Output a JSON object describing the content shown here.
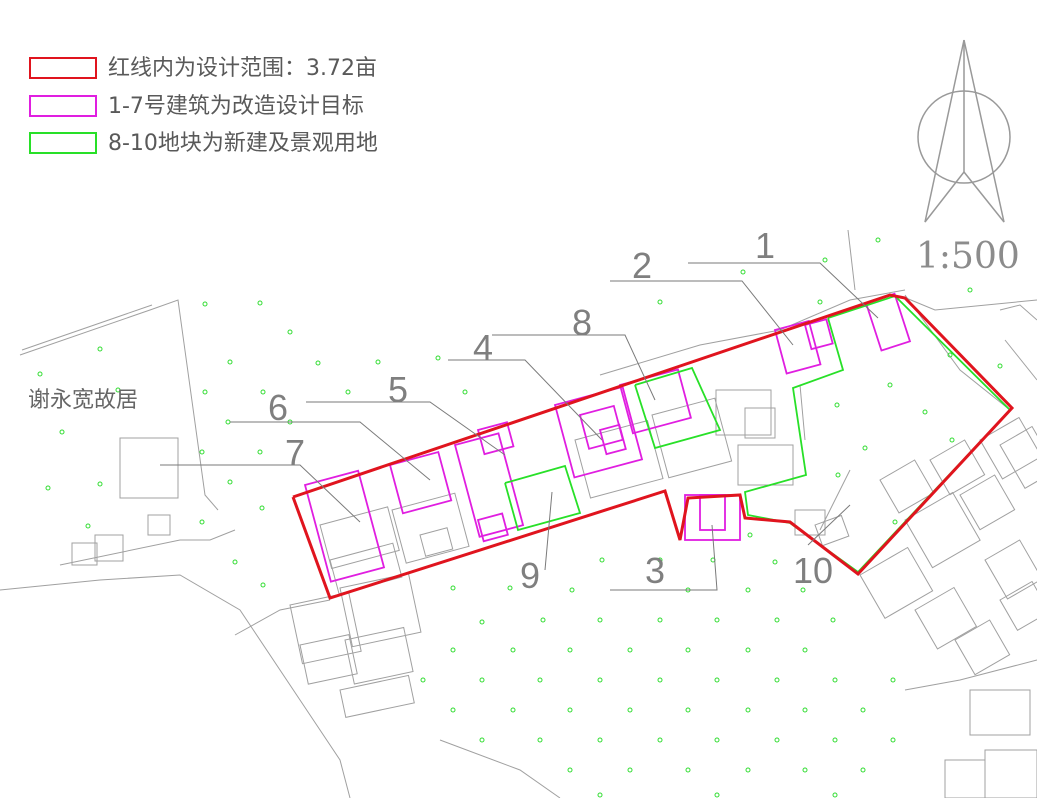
{
  "legend": {
    "red": {
      "text": "红线内为设计范围：3.72亩",
      "color": "#e0141e"
    },
    "magenta": {
      "text": "1-7号建筑为改造设计目标",
      "color": "#e01ee0"
    },
    "green": {
      "text": "8-10地块为新建及景观用地",
      "color": "#28e028"
    }
  },
  "scale": "1:500",
  "place_label": "谢永宽故居",
  "labels": [
    "1",
    "2",
    "3",
    "4",
    "5",
    "6",
    "7",
    "8",
    "9",
    "10"
  ],
  "icons": {
    "north_arrow": "north-arrow-icon"
  }
}
